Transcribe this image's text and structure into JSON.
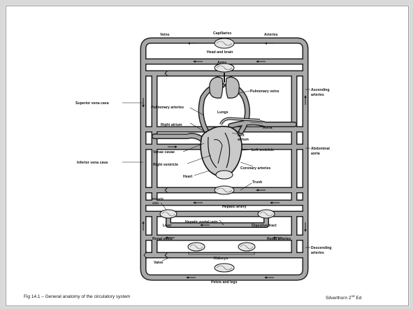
{
  "labels": {
    "veins": "Veins",
    "capillaries": "Capillaries",
    "arteries": "Arteries",
    "head_brain": "Head and brain",
    "arms": "Arms",
    "superior_vena_cava": "Superior vena cava",
    "pulmonary_arteries": "Pulmonary arteries",
    "pulmonary_veins": "Pulmonary veins",
    "lungs": "Lungs",
    "ascending_arteries": [
      "Ascending",
      "arteries"
    ],
    "right_atrium": "Right atrium",
    "left_atrium": [
      "Left",
      "atrium"
    ],
    "aorta": "Aorta",
    "venae_cavae": "Venae cavae",
    "left_ventricle": "Left ventricle",
    "abdominal_aorta": [
      "Abdominal",
      "aorta"
    ],
    "inferior_vena_cava": "Inferior vena cava",
    "right_ventricle": "Right ventricle",
    "coronary_arteries": "Coronary arteries",
    "heart": "Heart",
    "trunk": "Trunk",
    "hepatic_vein": [
      "Hepatic",
      "vein"
    ],
    "hepatic_artery": "Hepatic artery",
    "liver": "Liver",
    "hepatic_portal_vein": "Hepatic portal vein",
    "digestive_tract": "Digestive tract",
    "renal_veins": "Renal veins",
    "renal_arteries": "Renal arteries",
    "descending_arteries": [
      "Descending",
      "arteries"
    ],
    "kidneys": "Kidneys",
    "valve": "Valve",
    "pelvis_legs": "Pelvis and legs"
  },
  "caption": {
    "left": "Fig 14.1 – General anatomy of the circulatory system",
    "right_main": "Silverthorn 2",
    "right_sup": "nd",
    "right_end": " Ed"
  }
}
